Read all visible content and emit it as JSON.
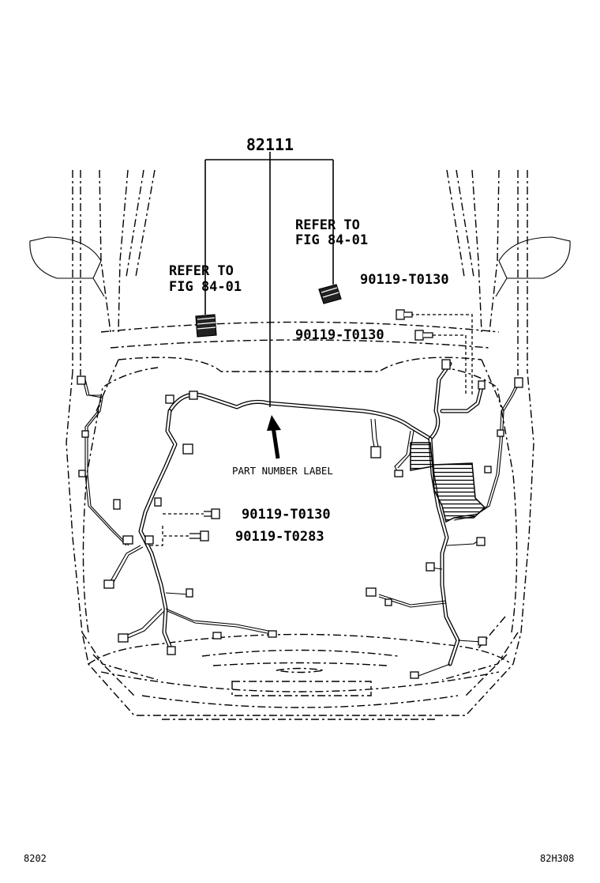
{
  "diagram": {
    "main_part_number": "82111",
    "refer_left": {
      "line1": "REFER TO",
      "line2": "FIG 84-01"
    },
    "refer_right": {
      "line1": "REFER TO",
      "line2": "FIG 84-01"
    },
    "bolts": [
      {
        "part": "90119-T0130"
      },
      {
        "part": "90119-T0130"
      },
      {
        "part": "90119-T0130"
      },
      {
        "part": "90119-T0283"
      }
    ],
    "label_callout": "PART NUMBER LABEL",
    "footer_left": "8202",
    "footer_right": "82H308"
  }
}
